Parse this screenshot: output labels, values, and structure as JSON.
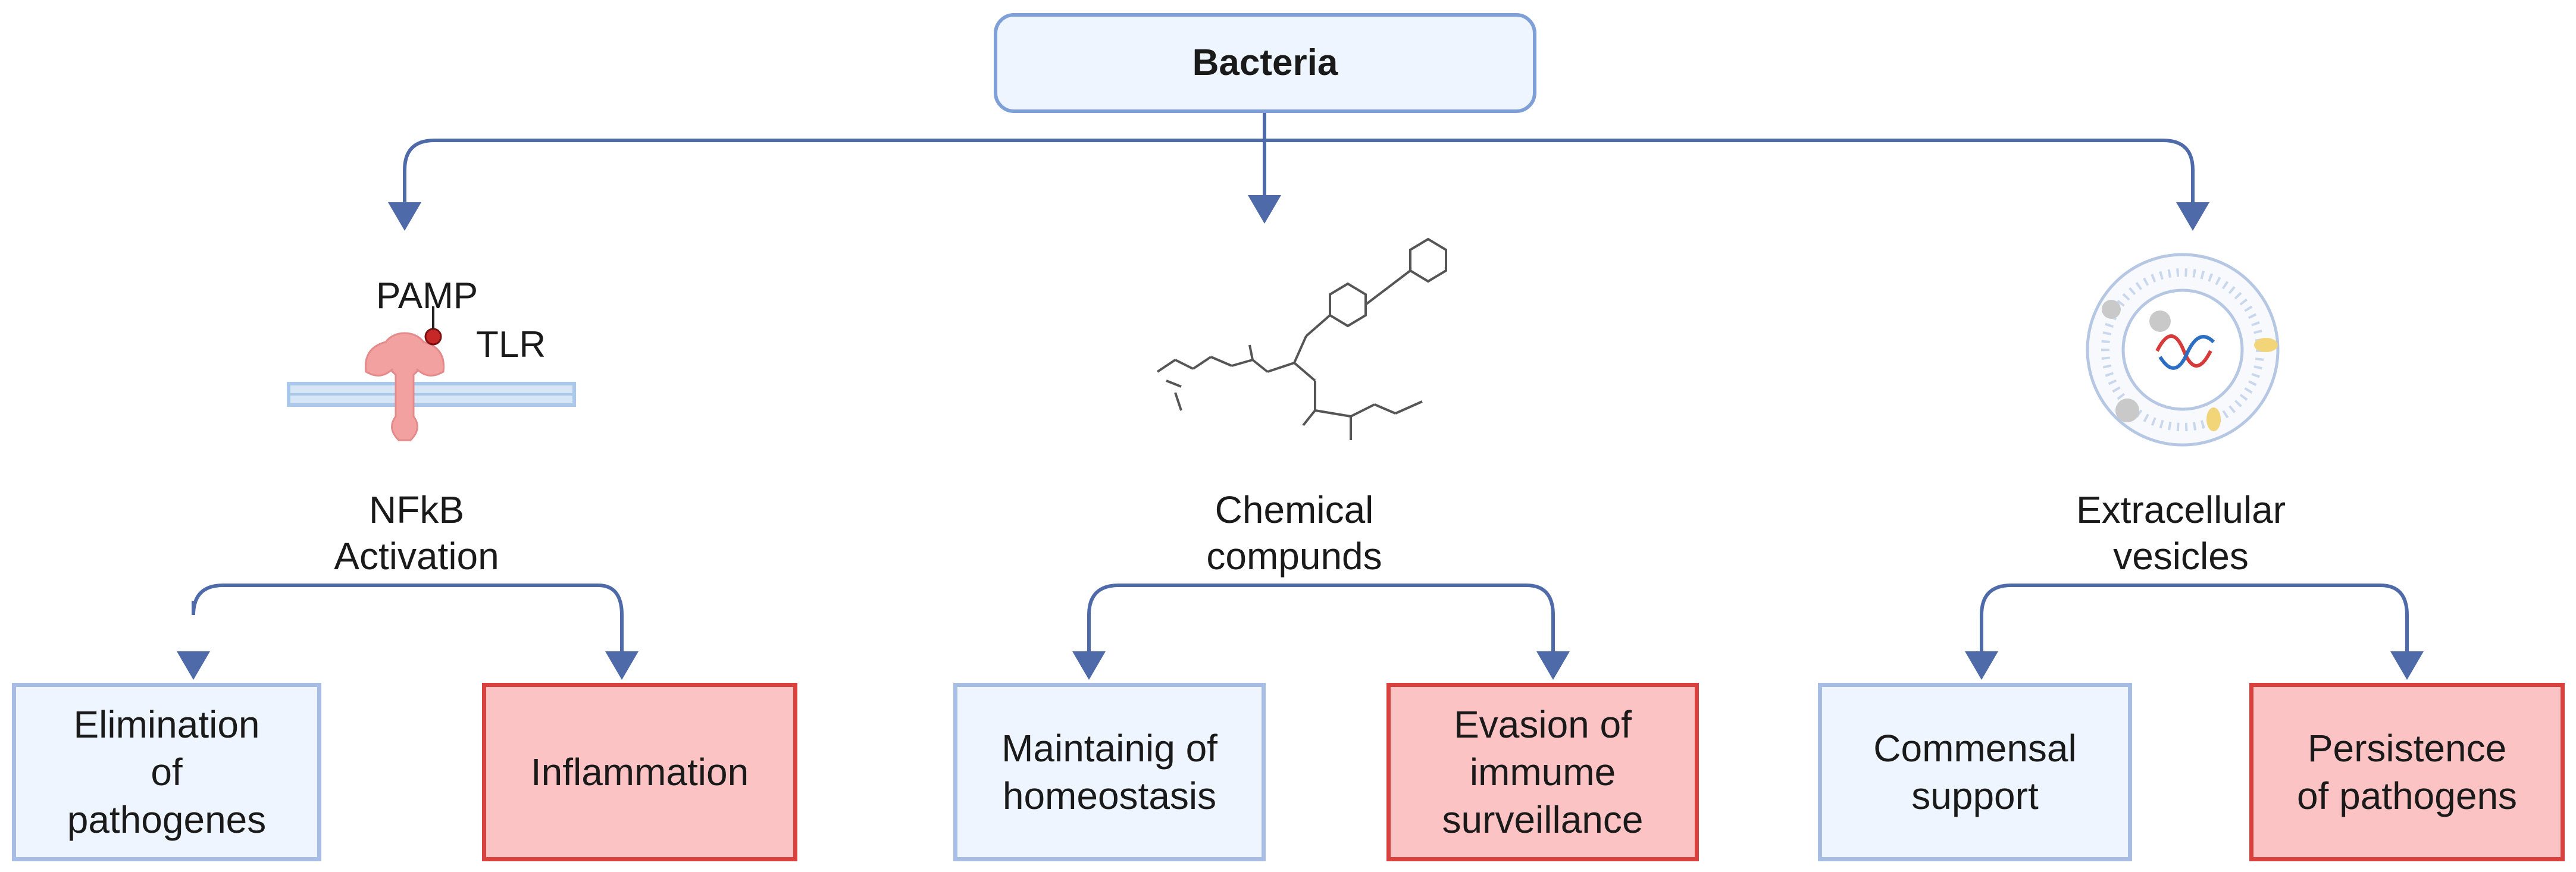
{
  "root": {
    "label": "Bacteria"
  },
  "branches": [
    {
      "id": "nfkb",
      "label": "NFkB\nActivation",
      "icon_labels": {
        "ligand": "PAMP",
        "receptor": "TLR"
      },
      "outcomes": [
        {
          "label": "Elimination\nof\npathogenes",
          "tone": "beneficial"
        },
        {
          "label": "Inflammation",
          "tone": "harmful"
        }
      ]
    },
    {
      "id": "chemical",
      "label": "Chemical\ncompunds",
      "outcomes": [
        {
          "label": "Maintainig of\nhomeostasis",
          "tone": "beneficial"
        },
        {
          "label": "Evasion of\nimmume\nsurveillance",
          "tone": "harmful"
        }
      ]
    },
    {
      "id": "vesicles",
      "label": "Extracellular\nvesicles",
      "outcomes": [
        {
          "label": "Commensal\nsupport",
          "tone": "beneficial"
        },
        {
          "label": "Persistence\nof pathogens",
          "tone": "harmful"
        }
      ]
    }
  ],
  "colors": {
    "connector": "#4f6aa8",
    "beneficial_fill": "#eef5ff",
    "beneficial_border": "#a7bde3",
    "harmful_fill": "#fbc3c3",
    "harmful_border": "#d9413e",
    "receptor": "#f2a0a0",
    "membrane": "#a9c8ea"
  }
}
